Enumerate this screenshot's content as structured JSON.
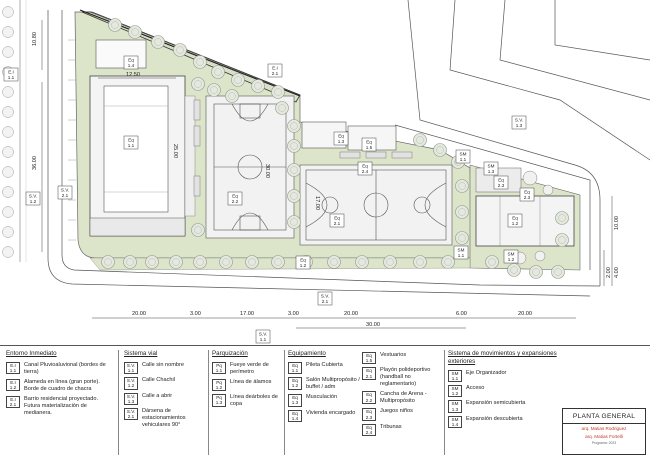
{
  "plan": {
    "dimensions": {
      "d_10_80": "10.80",
      "d_12_50": "12.50",
      "d_25_00": "25.00",
      "d_36_00": "36.00",
      "d_30_00_court": "30.00",
      "d_17_00_court": "17.00",
      "d_10_00": "10.00",
      "d_4_00": "4.00",
      "d_2_00": "2.00",
      "bottom_20_a": "20.00",
      "bottom_3_a": "3.00",
      "bottom_17": "17.00",
      "bottom_3_b": "3.00",
      "bottom_20_b": "20.00",
      "bottom_6": "6.00",
      "bottom_20_c": "20.00",
      "bottom_30": "30.00"
    },
    "tags": {
      "ei_top": [
        "E.I",
        "2.1"
      ],
      "ei_left": [
        "E.I",
        "1.1"
      ],
      "sv_left": [
        "S.V.",
        "1.2"
      ],
      "sv_court": [
        "S.V.",
        "2.1"
      ],
      "sv_right": [
        "S.V.",
        "1.3"
      ],
      "sv_bottom": [
        "S.V.",
        "2.1"
      ],
      "sv_below": [
        "S.V.",
        "1.1"
      ],
      "eq_14": [
        "Eq",
        "1.4"
      ],
      "eq_11": [
        "Eq",
        "1.1"
      ],
      "eq_22": [
        "Eq",
        "2.2"
      ],
      "eq_13": [
        "Eq",
        "1.3"
      ],
      "eq_15": [
        "Eq",
        "1.5"
      ],
      "eq_21": [
        "Eq",
        "2.1"
      ],
      "eq_23": [
        "Eq",
        "2.3"
      ],
      "eq_24": [
        "Eq",
        "2.4"
      ],
      "eq_12": [
        "Eq",
        "1.2"
      ],
      "eq_pq": [
        "Eq",
        "1.2"
      ],
      "eq_23b": [
        "Eq",
        "2.3"
      ],
      "sm_11": [
        "SM",
        "1.1"
      ],
      "sm_11b": [
        "SM",
        "1.1"
      ],
      "sm_12": [
        "SM",
        "1.2"
      ],
      "sm_13": [
        "SM",
        "1.3"
      ]
    }
  },
  "legend": {
    "entorno": {
      "title": "Entorno Inmediato",
      "items": [
        {
          "code": [
            "E.I",
            "1.1"
          ],
          "text": "Canal Pluvioaluvional (bordes de tierra)"
        },
        {
          "code": [
            "E.I",
            "1.2"
          ],
          "text": "Alameda en línea (gran porte). Borde de cuadro de chacra"
        },
        {
          "code": [
            "E.I",
            "2.1"
          ],
          "text": "Barrio residencial proyectado. Futura materialización de medianera."
        }
      ]
    },
    "vial": {
      "title": "Sistema vial",
      "items": [
        {
          "code": [
            "S.V.",
            "1.1"
          ],
          "text": "Calle sin nombre"
        },
        {
          "code": [
            "S.V.",
            "1.2"
          ],
          "text": "Calle Chachil"
        },
        {
          "code": [
            "S.V.",
            "1.3"
          ],
          "text": "Calle a abrir"
        },
        {
          "code": [
            "S.V.",
            "2.1"
          ],
          "text": "Dársena de estacionamientos vehiculares 90°"
        }
      ]
    },
    "parquizacion": {
      "title": "Parquización",
      "items": [
        {
          "code": [
            "Pq",
            "1.1"
          ],
          "text": "Fueye verde de perímetro"
        },
        {
          "code": [
            "Pq",
            "1.2"
          ],
          "text": "Línea de álamos"
        },
        {
          "code": [
            "Pq",
            "1.3"
          ],
          "text": "Línea deárboles de copa"
        }
      ]
    },
    "equipamiento": {
      "title": "Equipamiento",
      "items": [
        {
          "code": [
            "Eq",
            "1.1"
          ],
          "text": "Pileta Cubierta"
        },
        {
          "code": [
            "Eq",
            "1.2"
          ],
          "text": "Salón Multipropósito / buffet / adm"
        },
        {
          "code": [
            "Eq",
            "1.3"
          ],
          "text": "Musculación"
        },
        {
          "code": [
            "Eq",
            "1.4"
          ],
          "text": "Vivienda encargado"
        }
      ]
    },
    "equipamiento2": {
      "items": [
        {
          "code": [
            "Eq",
            "1.5"
          ],
          "text": "Vestuarios"
        },
        {
          "code": [
            "Eq",
            "2.1"
          ],
          "text": "Playón polideportivo (handball no reglamentario)"
        },
        {
          "code": [
            "Eq",
            "2.2"
          ],
          "text": "Cancha de Arena - Multipropósito"
        },
        {
          "code": [
            "Eq",
            "2.3"
          ],
          "text": "Juegos niños"
        },
        {
          "code": [
            "Eq",
            "2.4"
          ],
          "text": "Tribunas"
        }
      ]
    },
    "movimientos": {
      "title": "Sistema de movimientos y expansiones exteriores",
      "items": [
        {
          "code": [
            "SM",
            "1.1"
          ],
          "text": "Eje Organizador"
        },
        {
          "code": [
            "SM",
            "1.2"
          ],
          "text": "Acceso"
        },
        {
          "code": [
            "SM",
            "1.3"
          ],
          "text": "Expansión semicubierta"
        },
        {
          "code": [
            "SM",
            "1.4"
          ],
          "text": "Expansión descubierta"
        }
      ]
    }
  },
  "titleblock": {
    "title": "PLANTA GENERAL",
    "author1": "arq. Matias Rodriguez",
    "author2": "arq. Matias Fortelli",
    "small": "Programa: 2023"
  },
  "colors": {
    "green": "#dce5c9",
    "tree": "#b9c3ad",
    "court": "#f2f2f2",
    "accent": "#c0392b"
  }
}
